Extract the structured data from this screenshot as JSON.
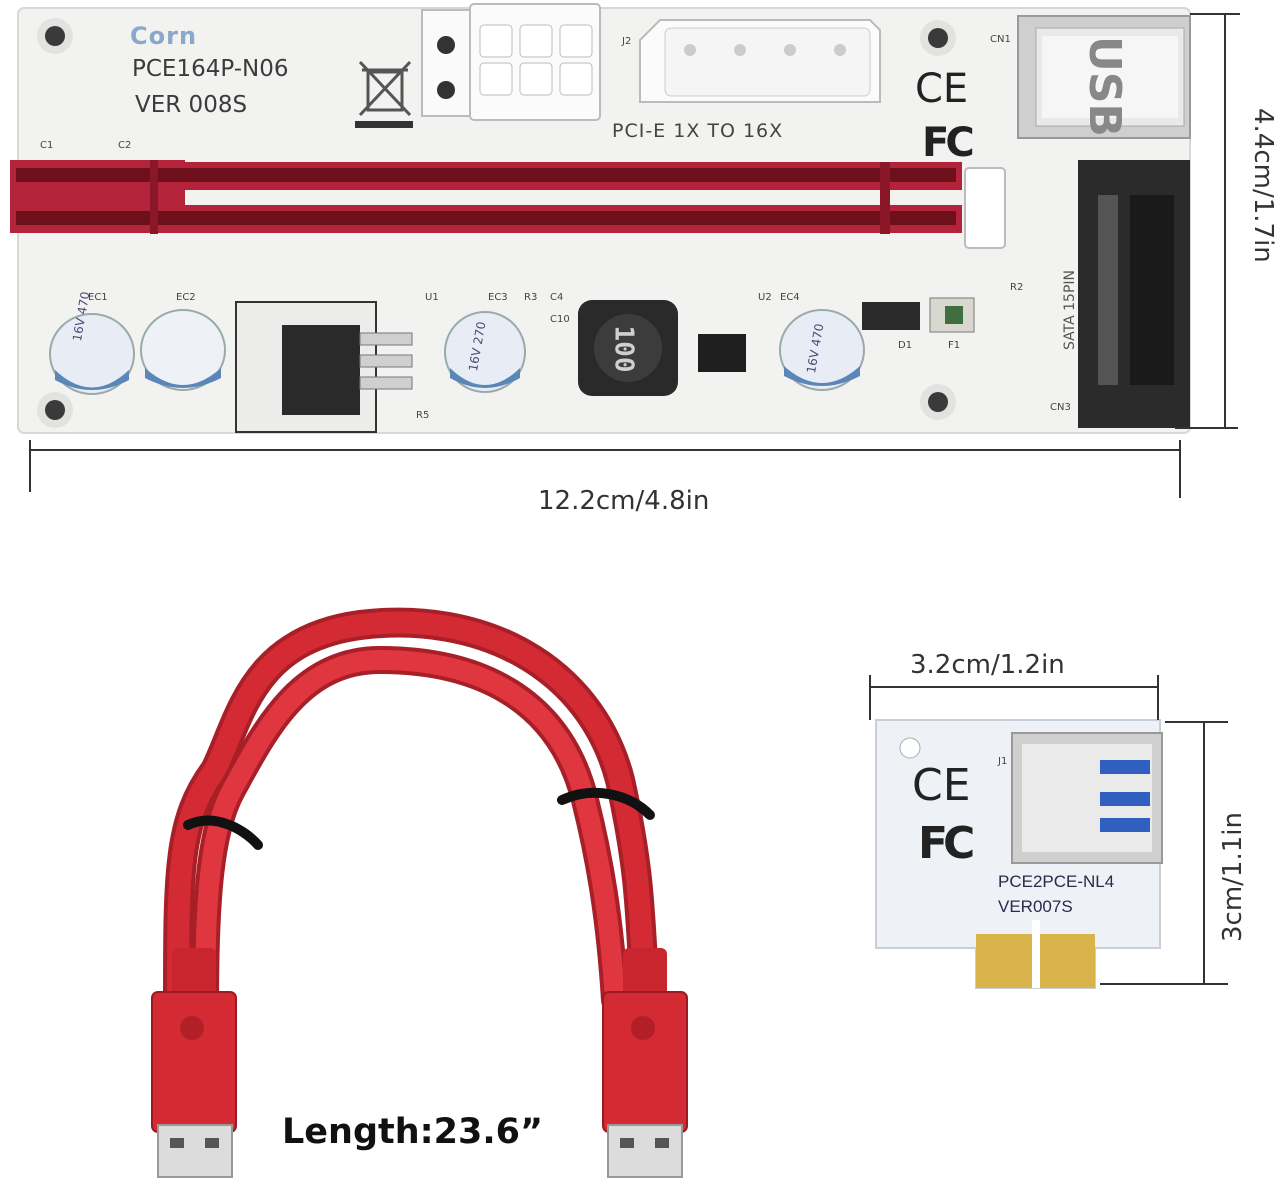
{
  "riser_board": {
    "brand": "Corn",
    "model": "PCE164P-N06",
    "version": "VER 008S",
    "slot_label": "PCI-E 1X TO 16X",
    "sata_label": "SATA 15PIN",
    "usb_label": "USB",
    "inductor_mark": "100",
    "capacitor_marks": [
      "16V 470",
      "16V 270",
      "16V 470"
    ],
    "ce_mark": "CE",
    "fc_mark": "FC",
    "pcb_silkscreen": [
      "C1",
      "C2",
      "EC1",
      "EC2",
      "U1",
      "EC3",
      "R3",
      "C4",
      "C10",
      "U2",
      "EC4",
      "D1",
      "F1",
      "R2",
      "CN1",
      "CN3",
      "J2",
      "R5"
    ]
  },
  "dimensions": {
    "board_width": "12.2cm/4.8in",
    "board_height": "4.4cm/1.7in",
    "adapter_width": "3.2cm/1.2in",
    "adapter_height": "3cm/1.1in"
  },
  "cable": {
    "length_label": "Length:23.6”"
  },
  "adapter": {
    "model": "PCE2PCE-NL4",
    "version": "VER007S",
    "ce_mark": "CE",
    "fc_mark": "FC",
    "silkscreen": "J1"
  },
  "colors": {
    "pcb": "#f2f2f0",
    "slot_red": "#b3243a",
    "cable_red": "#d42a33",
    "usb_blue": "#2f5fbf",
    "gold_finger": "#d9b44a",
    "dimension_line": "#333333"
  }
}
